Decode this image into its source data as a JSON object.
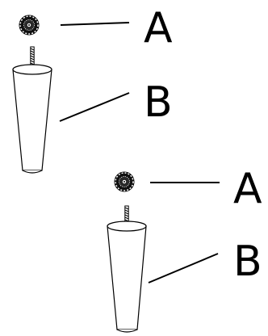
{
  "assemblies": [
    {
      "label_a": "A",
      "label_b": "B"
    },
    {
      "label_a": "A",
      "label_b": "B"
    }
  ],
  "colors": {
    "ink": "#000000",
    "paper": "#ffffff"
  }
}
